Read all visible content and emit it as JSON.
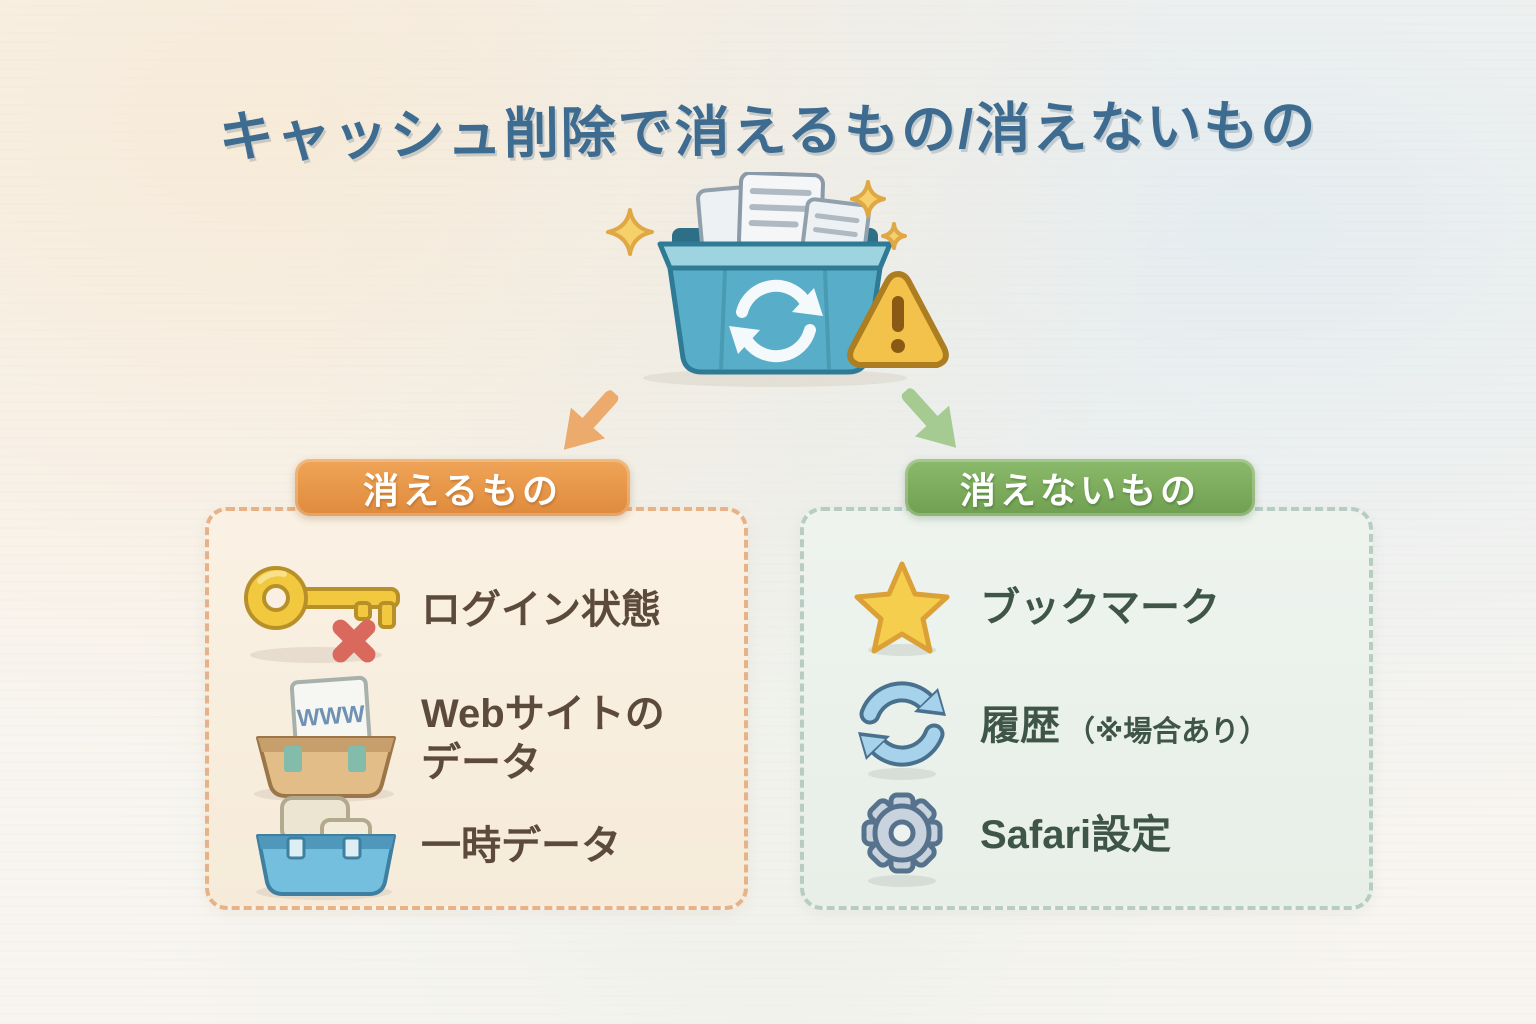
{
  "title": "キャッシュ削除で消えるもの/消えないもの",
  "center": {
    "icons": [
      "documents-icon",
      "cache-box-icon",
      "sync-arrows-icon",
      "warning-triangle-icon",
      "sparkle-icon"
    ]
  },
  "left_panel": {
    "header": "消えるもの",
    "items": [
      {
        "icon": "key-x-icon",
        "label": "ログイン状態"
      },
      {
        "icon": "website-data-box-icon",
        "label": "Webサイトの\nデータ",
        "www_label": "WWW"
      },
      {
        "icon": "temp-data-box-icon",
        "label": "一時データ"
      }
    ]
  },
  "right_panel": {
    "header": "消えないもの",
    "items": [
      {
        "icon": "star-icon",
        "label": "ブックマーク"
      },
      {
        "icon": "refresh-icon",
        "label": "履歴",
        "note": "（※場合あり）"
      },
      {
        "icon": "gear-icon",
        "label": "Safari設定"
      }
    ]
  },
  "colors": {
    "title_text": "#3e6b90",
    "left_accent": "#e8964a",
    "left_panel_bg": "#f9efe2",
    "left_border": "#e7b287",
    "left_text": "#5c4a3d",
    "right_accent": "#7aa95e",
    "right_panel_bg": "#edf2ec",
    "right_border": "#b7cdc3",
    "right_text": "#3e5547",
    "left_arrow": "#ecaa6c",
    "right_arrow": "#a6cb92",
    "bin_teal": "#58aec8",
    "warning_yellow": "#f2c24a"
  }
}
